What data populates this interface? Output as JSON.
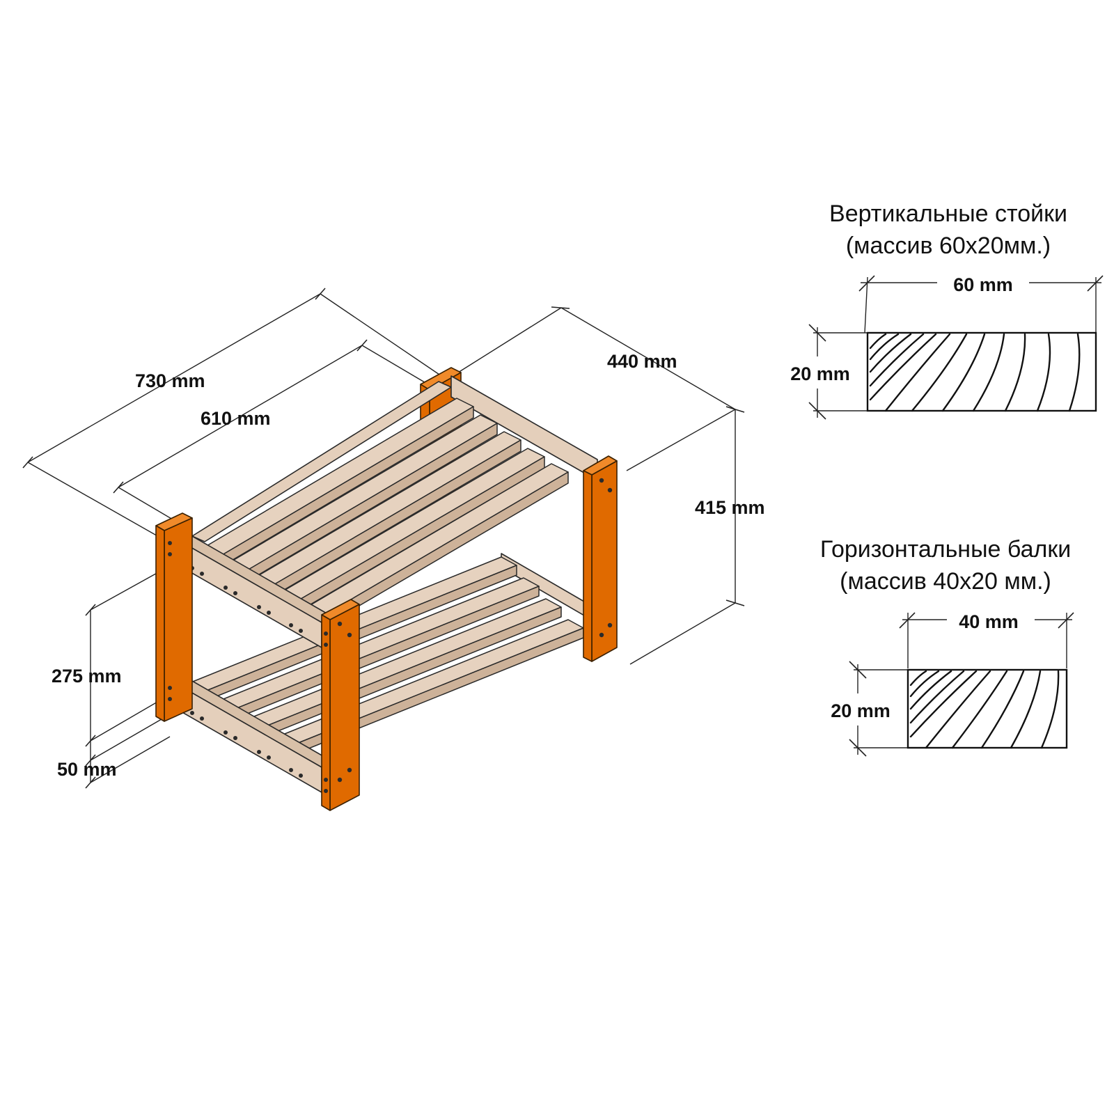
{
  "dimensions": {
    "total_length": "730 mm",
    "inner_length": "610 mm",
    "depth": "440 mm",
    "height": "415 mm",
    "shelf_spacing": "275 mm",
    "bottom_clearance": "50 mm"
  },
  "vertical_posts": {
    "title_line1": "Вертикальные стойки",
    "title_line2": "(массив 60х20мм.)",
    "width_label": "60 mm",
    "thickness_label": "20 mm"
  },
  "horizontal_beams": {
    "title_line1": "Горизонтальные балки",
    "title_line2": "(массив 40х20 мм.)",
    "width_label": "40 mm",
    "thickness_label": "20 mm"
  },
  "colors": {
    "post": "#e06a00",
    "beam": "#e4cfbb"
  }
}
